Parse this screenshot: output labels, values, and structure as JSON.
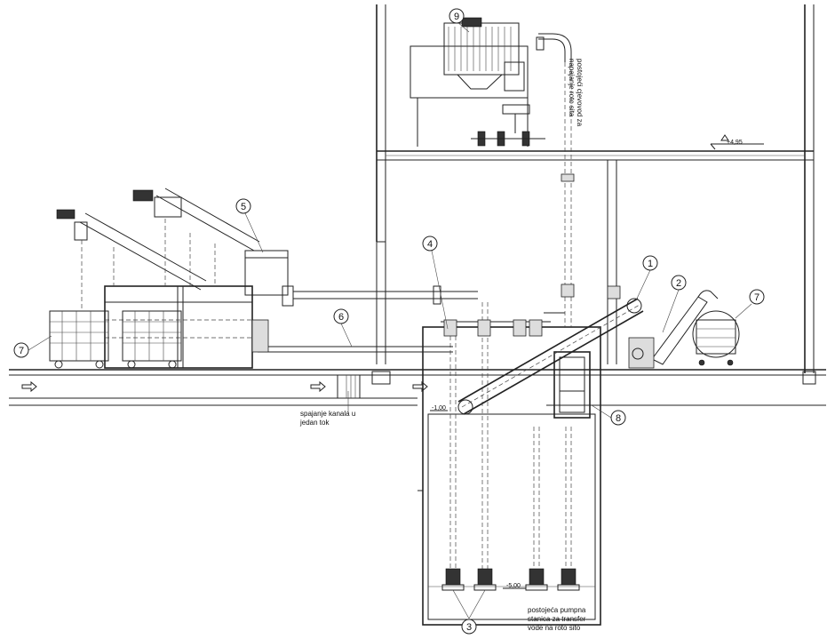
{
  "callouts": [
    "1",
    "2",
    "3",
    "4",
    "5",
    "6",
    "7",
    "7",
    "8",
    "9"
  ],
  "notes": {
    "channel_merge": [
      "spajanje kanala u",
      "jedan tok"
    ],
    "pump_station": [
      "postojeća pumpna",
      "stanica za transfer",
      "vode na roto sito"
    ],
    "pipe_label": [
      "postojeći cjevovod za",
      "napajanje roto sita"
    ]
  },
  "levels": {
    "floor": "+4,95",
    "channel": "-1,00",
    "pit_bottom": "-5,00"
  }
}
